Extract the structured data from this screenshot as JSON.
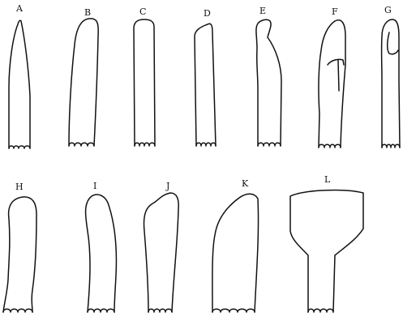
{
  "figure": {
    "panels": [
      {
        "id": "A",
        "label": "A"
      },
      {
        "id": "B",
        "label": "B"
      },
      {
        "id": "C",
        "label": "C"
      },
      {
        "id": "D",
        "label": "D"
      },
      {
        "id": "E",
        "label": "E"
      },
      {
        "id": "F",
        "label": "F"
      },
      {
        "id": "G",
        "label": "G"
      },
      {
        "id": "H",
        "label": "H"
      },
      {
        "id": "I",
        "label": "I"
      },
      {
        "id": "J",
        "label": "J"
      },
      {
        "id": "K",
        "label": "K"
      },
      {
        "id": "L",
        "label": "L"
      }
    ],
    "colors": {
      "ink": "#111111",
      "background": "#ffffff"
    }
  }
}
